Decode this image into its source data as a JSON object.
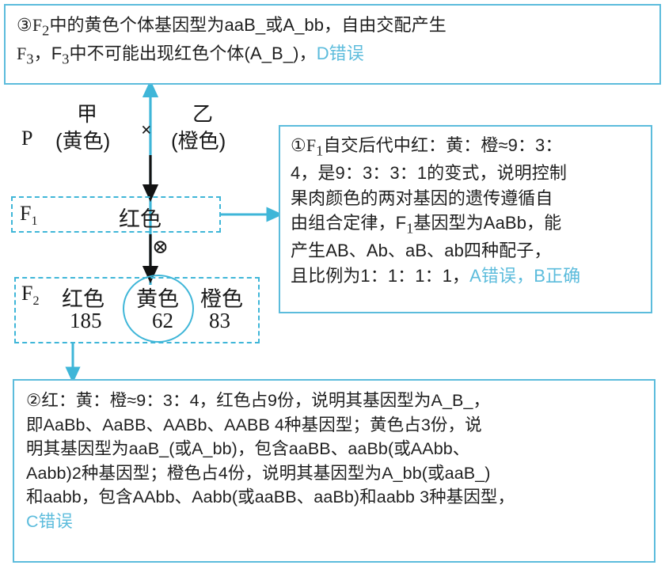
{
  "diagram": {
    "title": "遗传图解与解析",
    "accent_color": "#5cbcdc",
    "dashed_color": "#3fb6d8",
    "text_color": "#1f1f1f"
  },
  "cross": {
    "p_label": "P",
    "parent_a": {
      "name": "甲",
      "phenotype": "(黄色)"
    },
    "parent_b": {
      "name": "乙",
      "phenotype": "(橙色)"
    },
    "cross_symbol": "×",
    "selfing_symbol": "⊗",
    "f1": {
      "tag": "F",
      "tag_sub": "1",
      "phenotype": "红色"
    },
    "f2": {
      "tag": "F",
      "tag_sub": "2",
      "classes": [
        {
          "phenotype": "红色",
          "count": "185",
          "highlighted": false
        },
        {
          "phenotype": "黄色",
          "count": "62",
          "highlighted": true
        },
        {
          "phenotype": "橙色",
          "count": "83",
          "highlighted": false
        }
      ]
    }
  },
  "panels": {
    "three": {
      "marker": "③",
      "line1_a": "F",
      "line1_sub": "2",
      "line1_b": "中的黄色个体基因型为aaB_或A_bb，自由交配产生",
      "line2_a": "F",
      "line2_sub1": "3",
      "line2_b": "，F",
      "line2_sub2": "3",
      "line2_c": "中不可能出现红色个体(A_B_)，",
      "conclusion": "D错误"
    },
    "one": {
      "marker": "①",
      "line1_a": "F",
      "line1_sub": "1",
      "line1_b": "自交后代中红：黄：橙≈9：3：",
      "line2": "4，是9：3：3：1的变式，说明控制",
      "line3": "果肉颜色的两对基因的遗传遵循自",
      "line4_a": "由组合定律，F",
      "line4_sub": "1",
      "line4_b": "基因型为AaBb，能",
      "line5": "产生AB、Ab、aB、ab四种配子，",
      "line6": "且比例为1：1：1：1，",
      "conclusion_a": "A错误，",
      "conclusion_b": "B正确"
    },
    "two": {
      "marker": "②",
      "line1": "红：黄：橙≈9：3：4，红色占9份，说明其基因型为A_B_，",
      "line2": "即AaBb、AaBB、AABb、AABB 4种基因型；黄色占3份，说",
      "line3": "明其基因型为aaB_(或A_bb)，包含aaBB、aaBb(或AAbb、",
      "line4": "Aabb)2种基因型；橙色占4份，说明其基因型为A_bb(或aaB_)",
      "line5": "和aabb，包含AAbb、Aabb(或aaBB、aaBb)和aabb 3种基因型，",
      "conclusion": "C错误"
    }
  }
}
